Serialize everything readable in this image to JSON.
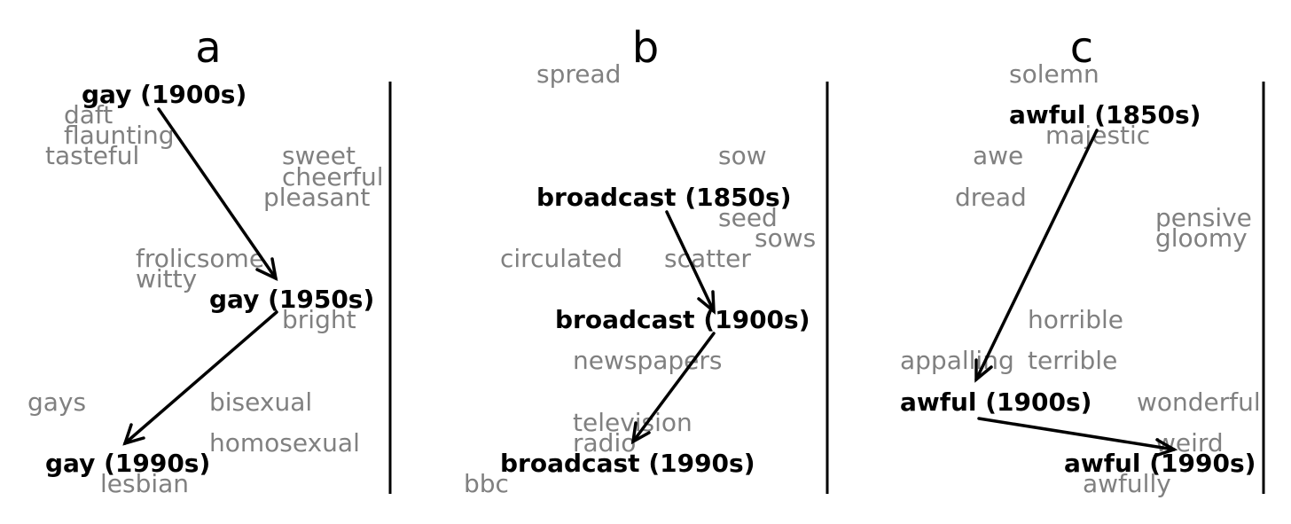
{
  "panels": {
    "a": {
      "label": "a",
      "focus": {
        "t1900": "gay (1900s)",
        "t1950": "gay (1950s)",
        "t1990": "gay (1990s)"
      },
      "neighbors": {
        "daft": "daft",
        "flaunting": "flaunting",
        "tasteful": "tasteful",
        "sweet": "sweet",
        "cheerful": "cheerful",
        "pleasant": "pleasant",
        "frolicsome": "frolicsome",
        "witty": "witty",
        "bright": "bright",
        "gays": "gays",
        "bisexual": "bisexual",
        "homosexual": "homosexual",
        "lesbian": "lesbian"
      }
    },
    "b": {
      "label": "b",
      "focus": {
        "t1850": "broadcast (1850s)",
        "t1900": "broadcast (1900s)",
        "t1990": "broadcast (1990s)"
      },
      "neighbors": {
        "spread": "spread",
        "sow": "sow",
        "seed": "seed",
        "sows": "sows",
        "circulated": "circulated",
        "scatter": "scatter",
        "newspapers": "newspapers",
        "television": "television",
        "radio": "radio",
        "bbc": "bbc"
      }
    },
    "c": {
      "label": "c",
      "focus": {
        "t1850": "awful (1850s)",
        "t1900": "awful (1900s)",
        "t1990": "awful (1990s)"
      },
      "neighbors": {
        "solemn": "solemn",
        "majestic": "majestic",
        "awe": "awe",
        "dread": "dread",
        "pensive": "pensive",
        "gloomy": "gloomy",
        "horrible": "horrible",
        "appalling": "appalling",
        "terrible": "terrible",
        "wonderful": "wonderful",
        "weird": "weird",
        "awfully": "awfully"
      }
    }
  },
  "colors": {
    "focus": "#000000",
    "neighbor": "#808080",
    "arrow": "#000000"
  }
}
